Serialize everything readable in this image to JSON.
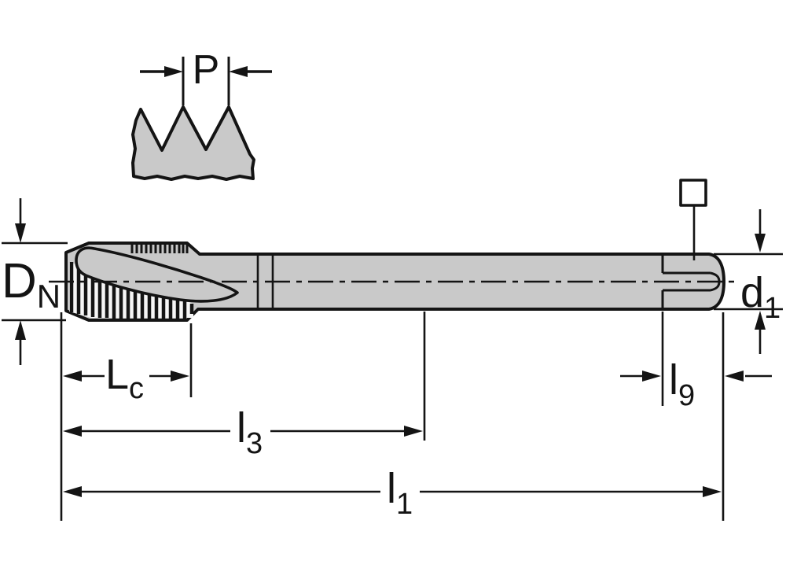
{
  "labels": {
    "pitch": {
      "main": "P",
      "sub": ""
    },
    "nominal_diameter": {
      "main": "D",
      "sub": "N"
    },
    "shank_diameter": {
      "main": "d",
      "sub": "1"
    },
    "chamfer_length": {
      "main": "L",
      "sub": "c"
    },
    "thread_length_l3": {
      "main": "l",
      "sub": "3"
    },
    "overall_length_l1": {
      "main": "l",
      "sub": "1"
    },
    "square_length_l9": {
      "main": "l",
      "sub": "9"
    }
  },
  "colors": {
    "body_fill": "#c9c9c9",
    "line": "#141414",
    "background": "#ffffff"
  },
  "symbols": {
    "square_drive_symbol": "square-outline"
  }
}
